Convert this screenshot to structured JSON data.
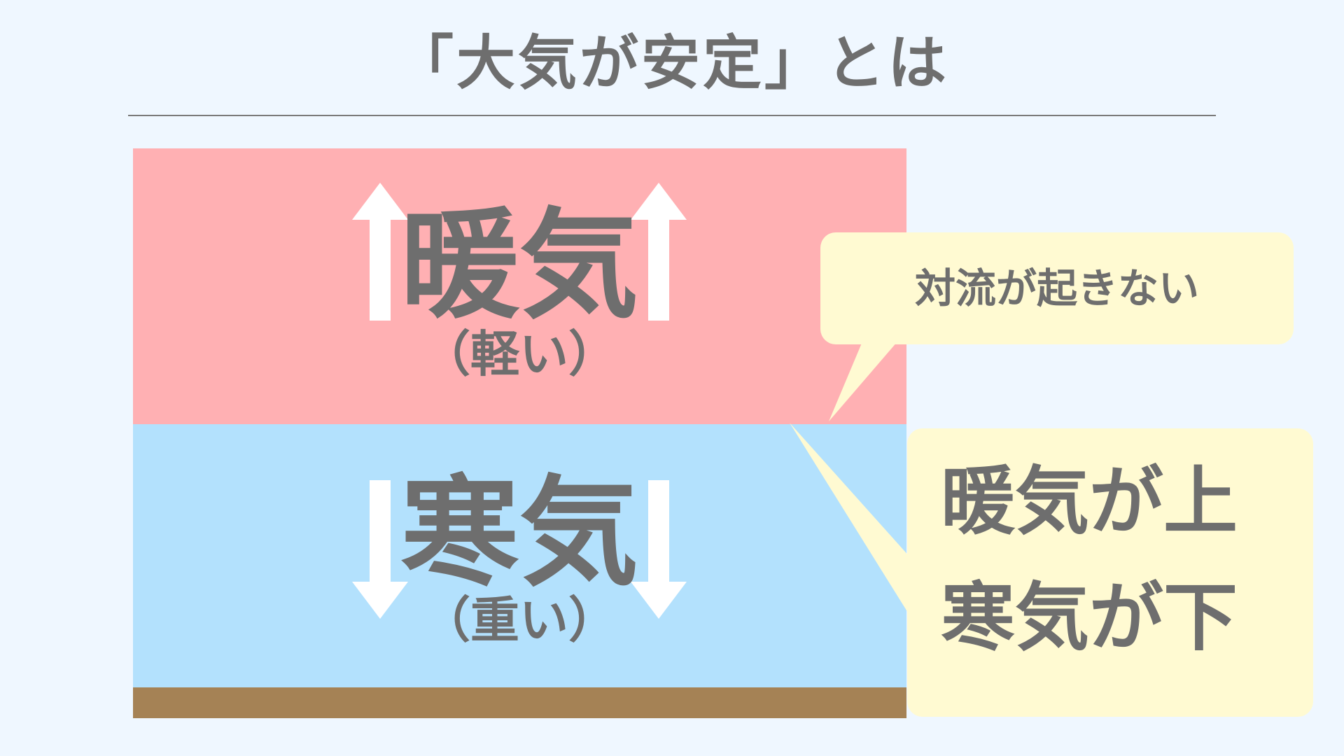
{
  "title": "「大気が安定」とは",
  "warm_layer": {
    "label": "暖気",
    "sublabel": "（軽い）",
    "color": "#ffb0b3"
  },
  "cold_layer": {
    "label": "寒気",
    "sublabel": "（重い）",
    "color": "#b3e1fd"
  },
  "ground": {
    "color": "#a58255"
  },
  "callouts": {
    "no_convection": "対流が起きない",
    "summary_line1": "暖気が上",
    "summary_line2": "寒気が下",
    "bubble_color": "#fffad2"
  },
  "icons": {
    "warm_arrows": "up-arrow-icon",
    "cold_arrows": "down-arrow-icon"
  }
}
